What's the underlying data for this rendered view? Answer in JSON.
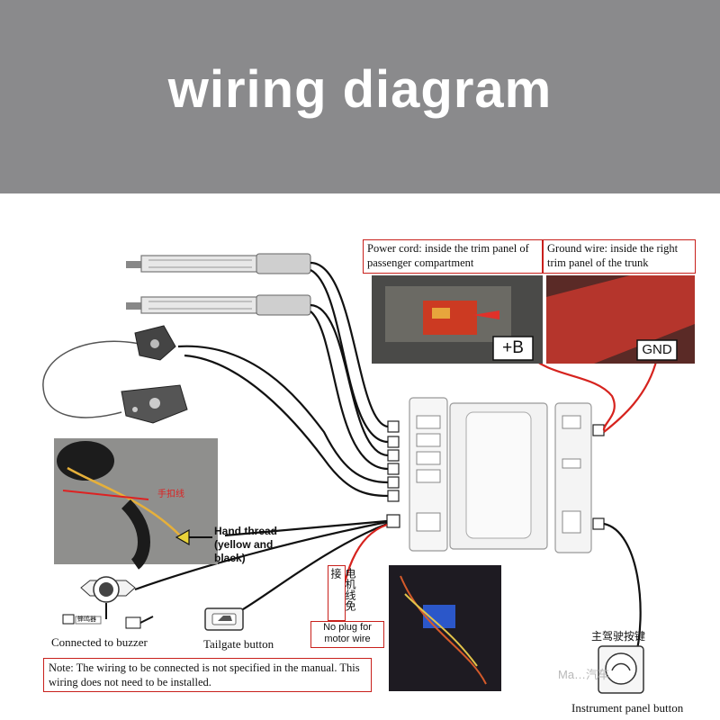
{
  "banner": {
    "title": "wiring diagram"
  },
  "callouts": {
    "power_cord": "Power cord: inside the trim panel of passenger compartment",
    "ground_wire": "Ground wire: inside the right trim panel of the trunk",
    "plus_b": "+B",
    "gnd": "GND",
    "hand_thread": "Hand thread (yellow and black)",
    "motor_wire_cn": "电机线免接",
    "no_plug": "No plug for motor wire",
    "note": "Note: The wiring to be connected is not specified in the manual. This wiring does not need to be installed."
  },
  "labels": {
    "buzzer": "Connected to buzzer",
    "tailgate_button": "Tailgate button",
    "driver_button_cn": "主驾驶按键",
    "instrument_panel_button": "Instrument panel button",
    "photo_annotation_cn": "手扣线",
    "buzzer_tag_cn": "蜂鸣器"
  },
  "watermark": "Ma…汽车",
  "colors": {
    "banner_bg": "#8a8a8c",
    "callout_border": "#c8201c",
    "power_wire": "#d6231e",
    "signal_wire": "#111111"
  }
}
